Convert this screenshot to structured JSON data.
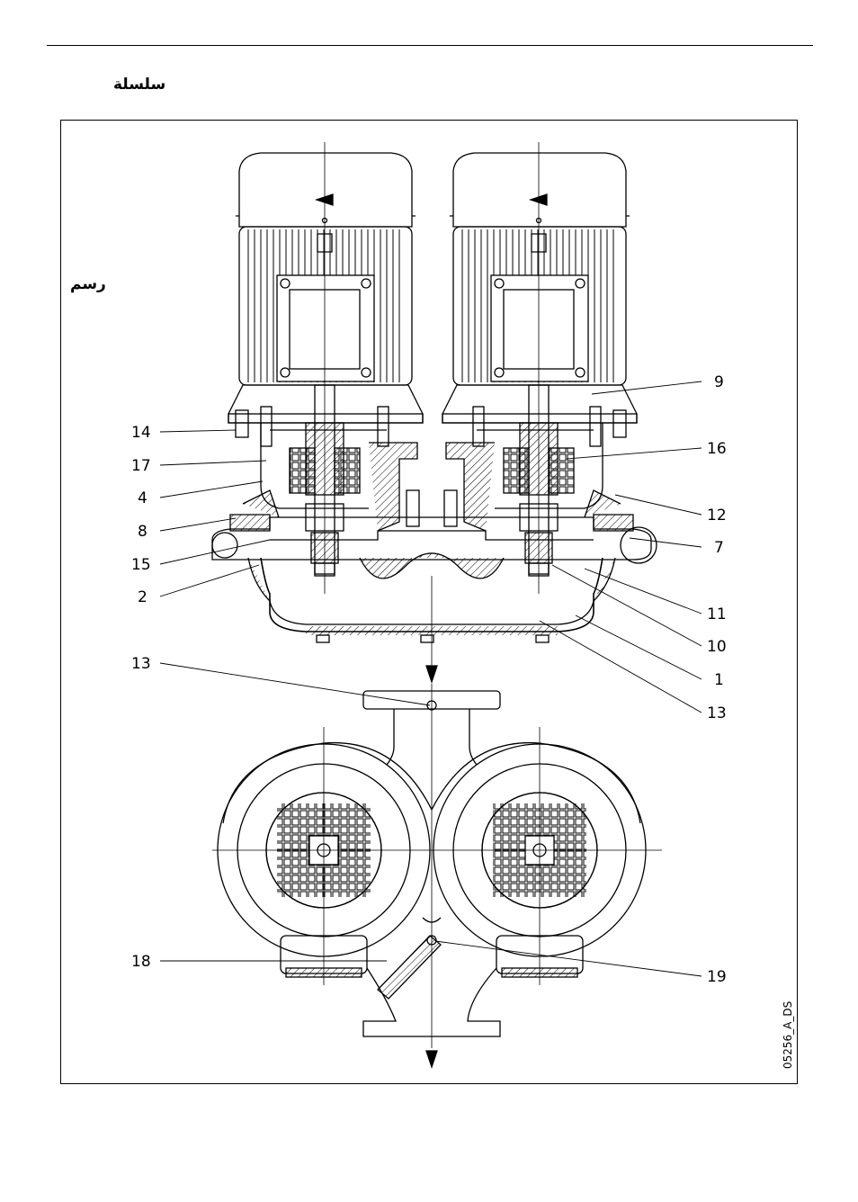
{
  "header": {
    "series_label": "سلسلة"
  },
  "figure": {
    "label": "رسم",
    "drawing_code": "05256_A_DS",
    "callouts_left": [
      "14",
      "17",
      "4",
      "8",
      "15",
      "2",
      "13",
      "18"
    ],
    "callouts_right": [
      "9",
      "16",
      "12",
      "7",
      "11",
      "10",
      "1",
      "13",
      "19"
    ]
  }
}
